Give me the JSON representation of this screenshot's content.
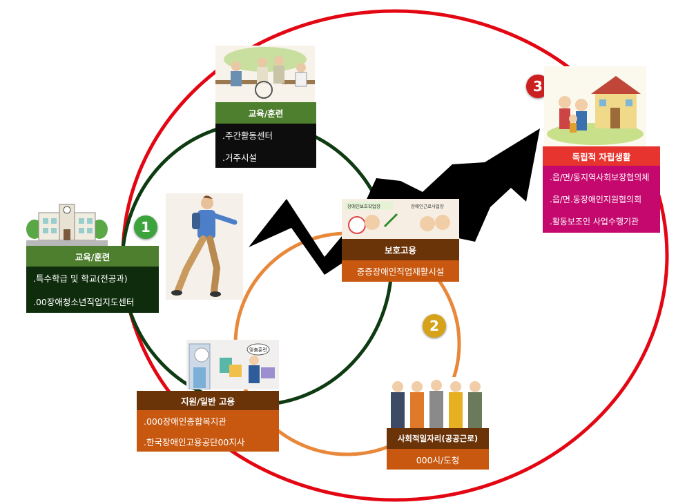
{
  "colors": {
    "outer_circle": "#e30613",
    "dark_circle": "#0f3b12",
    "orange_circle": "#e8883a",
    "green_header": "#4e7f2e",
    "dark_green_body": "#0f2d0d",
    "black_body": "#0d0d0d",
    "brown_header": "#6b3308",
    "orange_body": "#c8580f",
    "red_header": "#e8342e",
    "magenta_body": "#c4086e",
    "arrow": "#000000"
  },
  "badges": [
    {
      "label": "1",
      "color": "#3da33d"
    },
    {
      "label": "2",
      "color": "#d6a21a"
    },
    {
      "label": "3",
      "color": "#cc1f1f"
    }
  ],
  "card_school": {
    "title": "교육/훈련",
    "items": [
      ".특수학급 및 학교(전공과)",
      ".00장애청소년직업지도센터"
    ]
  },
  "card_day": {
    "title": "교육/훈련",
    "items": [
      ".주간활동센터",
      ".거주시설"
    ]
  },
  "card_protect": {
    "title": "보호고용",
    "items": [
      "중증장애인직업재활시설"
    ],
    "image_labels": [
      "장애인보호작업장",
      "장애인근로사업장"
    ]
  },
  "card_support": {
    "title": "지원/일반 고용",
    "items": [
      ".000장애인종합복지관",
      ".한국장애인고용공단00지사"
    ],
    "image_labels": [
      "맞춤훈련"
    ]
  },
  "card_social": {
    "title": "사회적일자리(공공근로)",
    "items": [
      "000시/도청"
    ]
  },
  "card_indep": {
    "title": "독립적 자립생활",
    "items": [
      ".읍/면/동지역사회보장협의체",
      ".읍/면.동장애인지원협의회",
      ".활동보조인 사업수행기관"
    ]
  }
}
